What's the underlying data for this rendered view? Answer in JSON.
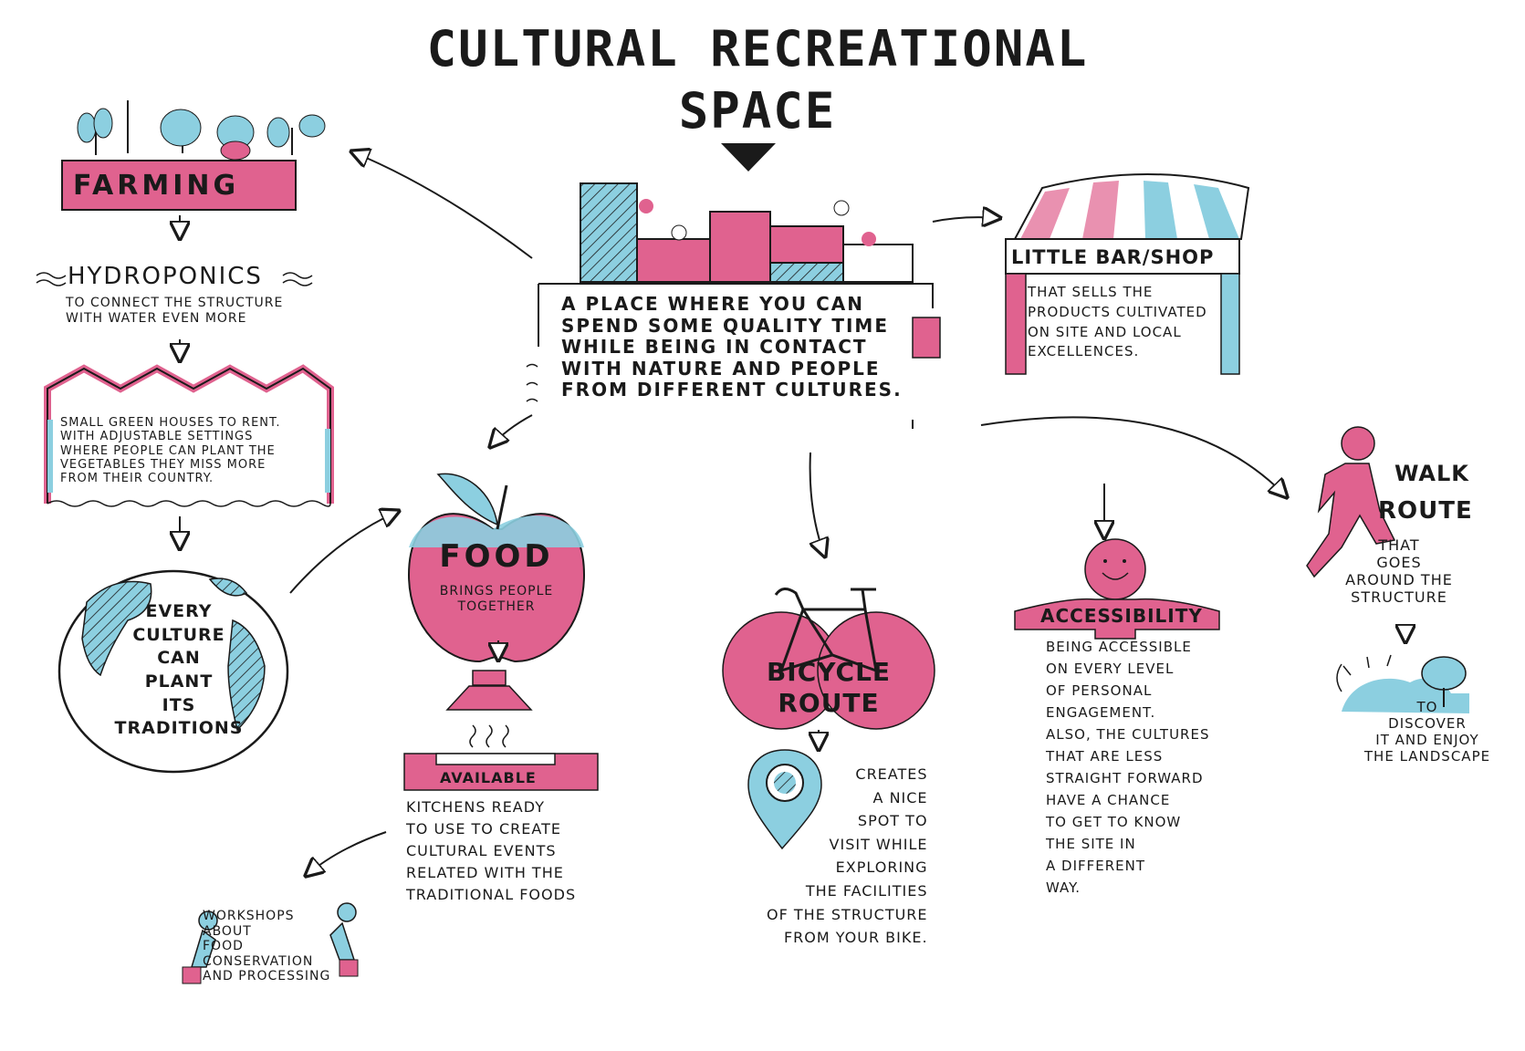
{
  "title": "Cultural Recreational Space",
  "colors": {
    "pink": "#e0628f",
    "blue": "#8ccfe0",
    "ink": "#1a1a1a"
  },
  "center": {
    "text": "A place where you can\nspend some quality time\nwhile being in contact\nwith nature and people\nfrom different cultures."
  },
  "farming": {
    "label": "Farming",
    "hydroponics": "Hydroponics",
    "hydro_desc": "To connect the structure\nwith water even more",
    "greenhouses": "Small green houses to rent.\nWith adjustable settings\nwhere people can plant the\nvegetables they miss more\nfrom their country.",
    "globe": "Every\nculture\ncan\nplant\nits\ntraditions"
  },
  "food": {
    "label": "Food",
    "sub": "Brings people\ntogether",
    "kitchens_label": "Available",
    "kitchens_desc": "kitchens ready\nto use to create\ncultural events\nrelated with the\ntraditional foods",
    "workshops": "Workshops\nabout\nfood\nconservation\nand processing"
  },
  "bar": {
    "label": "Little Bar/Shop",
    "desc": "That sells the\nproducts cultivated\non site and local\nexcellences."
  },
  "bicycle": {
    "label": "Bicycle\nroute",
    "desc": "creates\na nice\nspot to\nvisit while\nexploring\nthe facilities\nof the structure\nfrom your bike."
  },
  "accessibility": {
    "label": "Accessibility",
    "desc": "Being accessible\non every level\nof personal\nengagement.\nAlso, the cultures\nthat are less\nstraight forward\nhave a chance\nto get to know\nthe site in\na different\nway."
  },
  "walk": {
    "label_1": "Walk",
    "label_2": "route",
    "desc": "That\ngoes\naround the\nstructure",
    "discover": "To\ndiscover\nit and enjoy\nthe landscape"
  }
}
